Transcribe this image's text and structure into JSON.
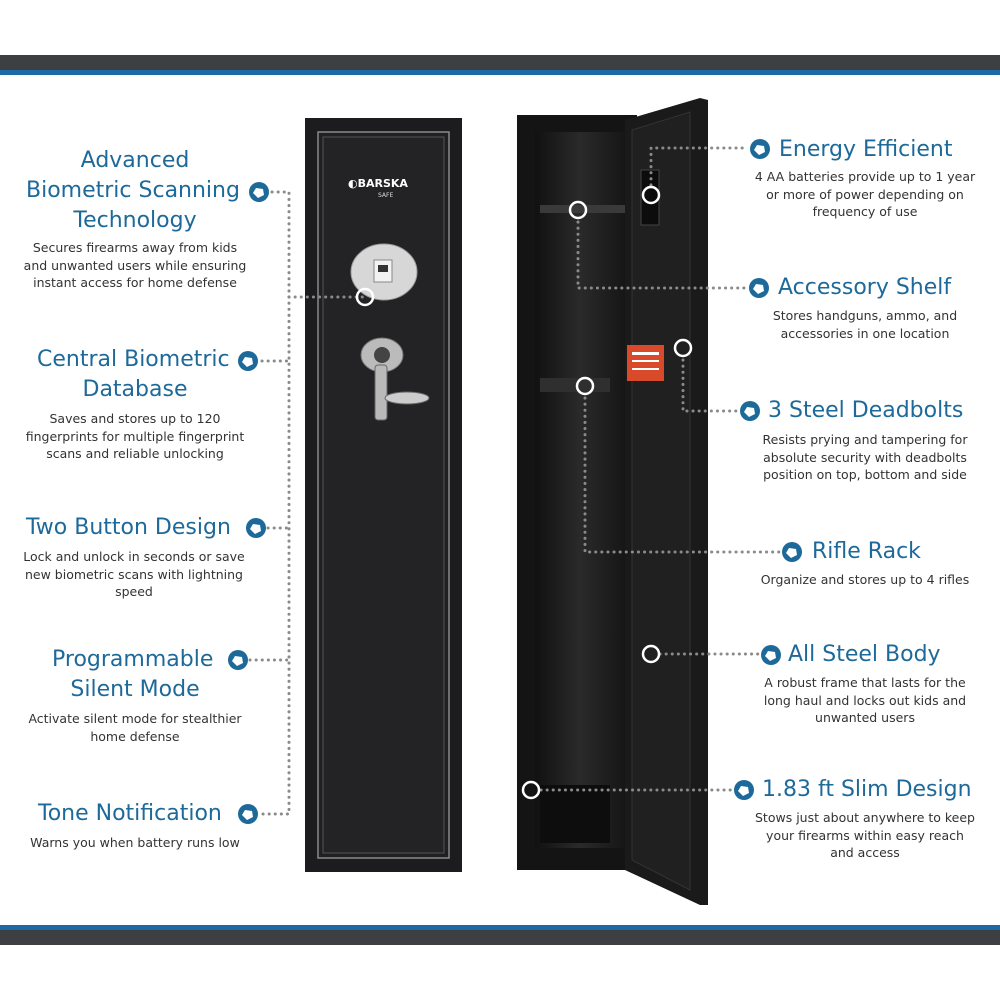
{
  "brand": {
    "logo": "BARSKA",
    "sub": "SAFE"
  },
  "colors": {
    "accent": "#1d6a9a",
    "bar_dark": "#3d3f42",
    "bar_blue": "#1b6aa5"
  },
  "left_features": [
    {
      "title": [
        "Advanced",
        "Biometric Scanning",
        "Technology"
      ],
      "desc": [
        "Secures firearms away from kids",
        "and unwanted users while ensuring",
        "instant access for home defense"
      ]
    },
    {
      "title": [
        "Central Biometric",
        "Database"
      ],
      "desc": [
        "Saves and stores up to 120",
        "fingerprints for multiple fingerprint",
        "scans and reliable unlocking"
      ]
    },
    {
      "title": [
        "Two Button Design"
      ],
      "desc": [
        "Lock and unlock in seconds or save",
        "new biometric scans with lightning",
        "speed"
      ]
    },
    {
      "title": [
        "Programmable",
        "Silent Mode"
      ],
      "desc": [
        "Activate silent mode for stealthier",
        "home defense"
      ]
    },
    {
      "title": [
        "Tone Notification"
      ],
      "desc": [
        "Warns you when battery runs low"
      ]
    }
  ],
  "right_features": [
    {
      "title": "Energy Efficient",
      "desc": [
        "4 AA batteries provide up to 1 year",
        "or more of power depending on",
        "frequency of use"
      ]
    },
    {
      "title": "Accessory Shelf",
      "desc": [
        "Stores handguns, ammo, and",
        "accessories in one location"
      ]
    },
    {
      "title": "3 Steel Deadbolts",
      "desc": [
        "Resists prying and tampering for",
        "absolute security with deadbolts",
        "position on top, bottom and side"
      ]
    },
    {
      "title": "Rifle Rack",
      "desc": [
        "Organize and stores up to 4 rifles"
      ]
    },
    {
      "title": "All Steel Body",
      "desc": [
        "A robust frame that lasts for the",
        "long haul and locks out kids and",
        "unwanted users"
      ]
    },
    {
      "title": "1.83 ft Slim Design",
      "desc": [
        "Stows just about anywhere to keep",
        "your firearms within easy reach",
        "and access"
      ]
    }
  ]
}
